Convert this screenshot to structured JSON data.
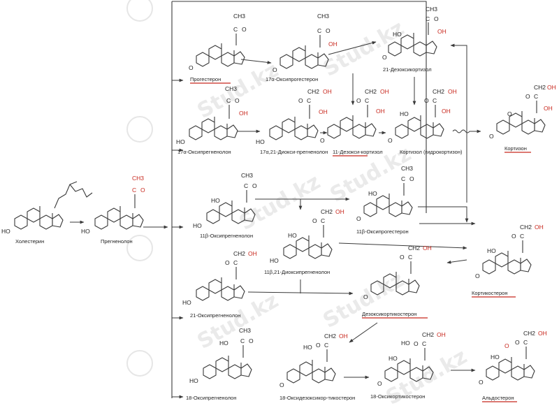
{
  "watermark": "Stud.kz",
  "colors": {
    "ink": "#1e1e1e",
    "accent": "#c8281e",
    "watermark": "#d9d9d9"
  },
  "groups": {
    "methyl": "CH3",
    "oxo": "O",
    "carbonyl_c": "C",
    "hydroxymethyl": "CH2",
    "hydroxyl": "OH",
    "hydroxyl_left": "HO"
  },
  "compounds": [
    {
      "id": "cholesterol",
      "label": "Холестерин"
    },
    {
      "id": "pregnenolone",
      "label": "Прегненолон"
    },
    {
      "id": "progesterone",
      "label": "Прогестерон"
    },
    {
      "id": "oh17_progesterone",
      "label": "17α-Оксипрогестерон"
    },
    {
      "id": "deoxycortisol21",
      "label": "21-Дезоксикортизол"
    },
    {
      "id": "oh17_pregnenolone",
      "label": "17α-Оксипрегненолон"
    },
    {
      "id": "dioxy17_21_pregnenolone",
      "label": "17α,21-Диокси-прегненолон"
    },
    {
      "id": "deoxycortisol11",
      "label": "11-Дезокси-кортизол"
    },
    {
      "id": "cortisol",
      "label": "Кортизол (гидрокортизон)"
    },
    {
      "id": "cortisone",
      "label": "Кортизон"
    },
    {
      "id": "oh11_pregnenolone",
      "label": "11β-Оксипрегненолон"
    },
    {
      "id": "dioxy11_21_pregnenolone",
      "label": "11β,21-Диоксипрегненолон"
    },
    {
      "id": "oh11_progesterone",
      "label": "11β-Оксипрогестерон"
    },
    {
      "id": "corticosterone",
      "label": "Кортикостерон"
    },
    {
      "id": "oh21_pregnenolone",
      "label": "21-Оксипрегненолон"
    },
    {
      "id": "deoxycorticosterone",
      "label": "Дезоксикортикостерон"
    },
    {
      "id": "oh18_pregnenolone",
      "label": "18-Оксипрегненолон"
    },
    {
      "id": "oh18_deoxycorticosterone",
      "label": "18-Оксидезоксикор-тикостерон"
    },
    {
      "id": "oh18_corticosterone",
      "label": "18-Оксикортикостерон"
    },
    {
      "id": "aldosterone",
      "label": "Альдостерон"
    }
  ]
}
